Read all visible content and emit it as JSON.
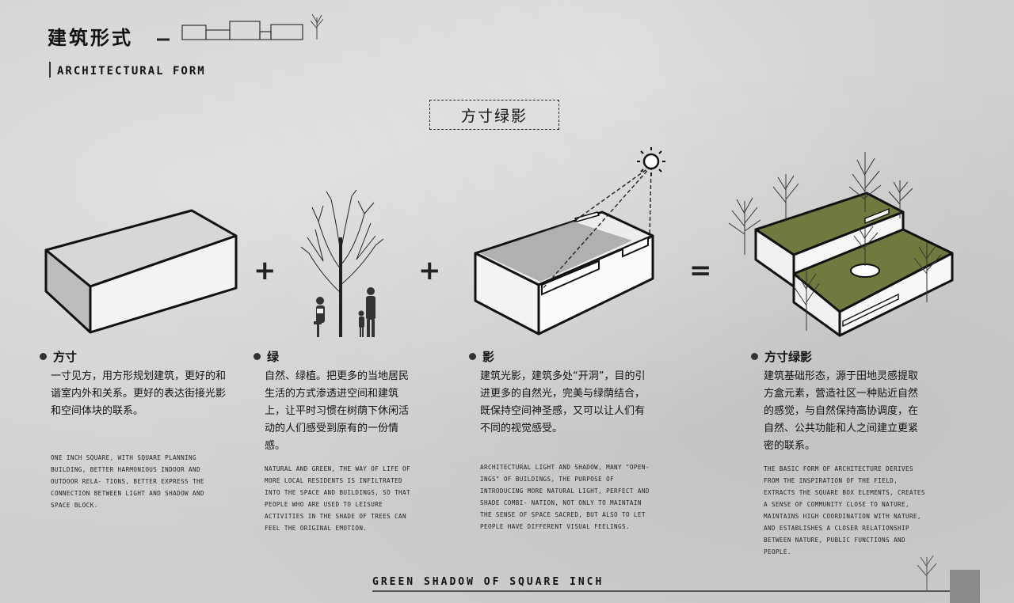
{
  "header": {
    "title_cn": "建筑形式",
    "title_en": "ARCHITECTURAL FORM"
  },
  "center_label": "方寸绿影",
  "operators": [
    "+",
    "+",
    "="
  ],
  "sections": [
    {
      "title": "方寸",
      "cn": "一寸见方，用方形规划建筑，更好的和谐室内外和关系。更好的表达街接光影和空间体块的联系。",
      "en": "ONE INCH SQUARE, WITH SQUARE PLANNING BUILDING, BETTER HARMONIOUS INDOOR AND OUTDOOR RELA- TIONS, BETTER EXPRESS THE CONNECTION BETWEEN LIGHT AND SHADOW AND SPACE BLOCK."
    },
    {
      "title": "绿",
      "cn": "自然、绿植。把更多的当地居民生活的方式渗透进空间和建筑上，让平时习惯在树荫下休闲活动的人们感受到原有的一份情感。",
      "en": "NATURAL AND GREEN, THE WAY OF LIFE OF MORE LOCAL RESIDENTS IS INFILTRATED INTO THE SPACE AND BUILDINGS, SO THAT PEOPLE WHO ARE USED TO LEISURE ACTIVITIES IN THE SHADE OF TREES CAN FEEL THE ORIGINAL EMOTION."
    },
    {
      "title": "影",
      "cn": "建筑光影，建筑多处“开洞”，目的引进更多的自然光，完美与绿荫结合，既保持空间神圣感，又可以让人们有不同的视觉感受。",
      "en": "ARCHITECTURAL LIGHT AND SHADOW, MANY \"OPEN- INGS\" OF BUILDINGS, THE PURPOSE OF INTRODUCING MORE NATURAL LIGHT, PERFECT AND SHADE COMBI- NATION, NOT ONLY TO MAINTAIN THE SENSE OF SPACE SACRED, BUT ALSO TO LET PEOPLE HAVE DIFFERENT VISUAL FEELINGS."
    },
    {
      "title": "方寸绿影",
      "cn": "建筑基础形态，源于田地灵感提取方盒元素，营造社区一种贴近自然的感觉，与自然保持高协调度，在自然、公共功能和人之间建立更紧密的联系。",
      "en": "THE BASIC FORM OF ARCHITECTURE DERIVES FROM THE INSPIRATION OF THE FIELD, EXTRACTS THE SQUARE BOX ELEMENTS, CREATES A SENSE OF COMMUNITY CLOSE TO NATURE, MAINTAINS HIGH COORDINATION WITH NATURE, AND ESTABLISHES A CLOSER RELATIONSHIP BETWEEN NATURE, PUBLIC FUNCTIONS AND PEOPLE."
    }
  ],
  "footer": {
    "title": "GREEN SHADOW OF SQUARE INCH"
  },
  "colors": {
    "roof_green": "#6f7a3e",
    "box_top": "#d9d9d9",
    "box_side": "#f2f2f2",
    "line": "#111111"
  }
}
